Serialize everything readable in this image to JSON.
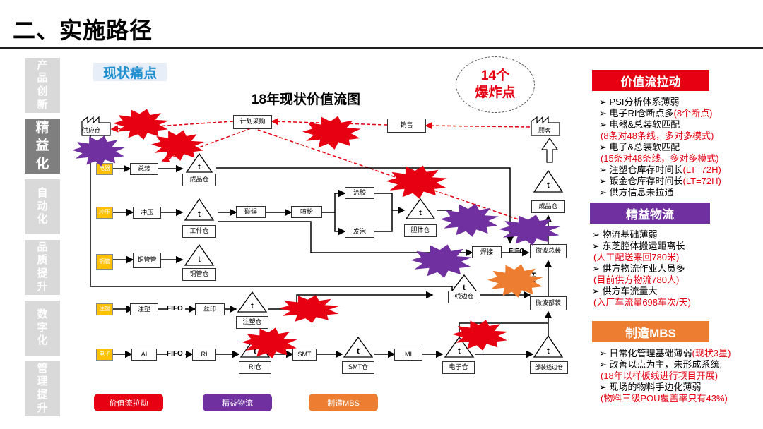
{
  "page_title": "二、实施路径",
  "sidebar": [
    {
      "label": "产品创新",
      "active": false
    },
    {
      "label": "精益化",
      "active": true
    },
    {
      "label": "自动化",
      "active": false
    },
    {
      "label": "品质提升",
      "active": false
    },
    {
      "label": "数字化",
      "active": false
    },
    {
      "label": "管理提升",
      "active": false
    }
  ],
  "diagram": {
    "pain_label": "现状痛点",
    "vsm_title": "18年现状价值流图",
    "bomb_count": "14个",
    "bomb_label": "爆炸点",
    "top": {
      "supplier": "供应商",
      "planning": "计划采购",
      "sales": "销售",
      "customer": "顾客"
    },
    "rows": {
      "r1": {
        "tag": "电器",
        "step1": "总装",
        "store": "成品仓"
      },
      "r2": {
        "tag": "冲压",
        "step1": "冲压",
        "store": "工件仓",
        "weld": "碰焊",
        "spray": "喷粉",
        "glue": "涂胶",
        "foam": "发泡",
        "shell_store": "胆体仓"
      },
      "r3": {
        "tag": "铜管",
        "step1": "铜管管",
        "store": "铜管仓",
        "weld": "焊接",
        "fifo": "FIFO",
        "assembly": "微波总装",
        "vfifo": "FIFO"
      },
      "r4": {
        "tag": "注塑",
        "step1": "注塑",
        "fifo": "FIFO",
        "print": "丝印",
        "store": "注塑仓",
        "wire_store": "线边仓",
        "parts_assembly": "微波部装"
      },
      "r5": {
        "tag": "电子",
        "ai": "AI",
        "fifo": "FIFO",
        "ri": "RI",
        "ri_store": "RI仓",
        "smt": "SMT",
        "smt_store": "SMT仓",
        "mi": "MI",
        "e_store": "电子仓",
        "line_store": "部装线边仓"
      },
      "right_store": "成品仓",
      "triangle_mark": "t"
    },
    "colors": {
      "red": "#e60012",
      "purple": "#7030a0",
      "orange": "#ed7d31"
    }
  },
  "legend": [
    "价值流拉动",
    "精益物流",
    "制造MBS"
  ],
  "right_panel": {
    "sections": [
      {
        "header": "价值流拉动",
        "color": "#e60012",
        "items": [
          {
            "text": "PSI分析体系薄弱",
            "note": ""
          },
          {
            "text": "电子RI仓断点多",
            "note": "(8个断点)"
          },
          {
            "text": "电器&总装软匹配",
            "note": ""
          },
          {
            "text": "",
            "note": "(8条对48条线，多对多模式)"
          },
          {
            "text": "电子&总装软匹配",
            "note": ""
          },
          {
            "text": "",
            "note": "(15条对48条线，多对多模式)"
          },
          {
            "text": "注塑仓库存时间长",
            "note": "(LT=72H)"
          },
          {
            "text": "钣金仓库存时间长",
            "note": "(LT=72H)"
          },
          {
            "text": "供方信息未拉通",
            "note": ""
          }
        ]
      },
      {
        "header": "精益物流",
        "color": "#7030a0",
        "items": [
          {
            "text": "物流基础薄弱",
            "note": ""
          },
          {
            "text": "东芝腔体搬运距离长",
            "note": ""
          },
          {
            "text": "",
            "note": "(人工配送来回780米)"
          },
          {
            "text": "供方物流作业人员多",
            "note": ""
          },
          {
            "text": "",
            "note": "(目前供方物流780人)"
          },
          {
            "text": "供方车流量大",
            "note": ""
          },
          {
            "text": "",
            "note": "(入厂车流量698车次/天)"
          }
        ]
      },
      {
        "header": "制造MBS",
        "color": "#ed7d31",
        "items": [
          {
            "text": "日常化管理基础薄弱",
            "note": "(现状3星)"
          },
          {
            "text": "改善以点为主，未形成系统;",
            "note": ""
          },
          {
            "text": "",
            "note": "(18年以样板线进行项目开展)"
          },
          {
            "text": "现场的物料手边化薄弱",
            "note": ""
          },
          {
            "text": "",
            "note": "(物料三级POU覆盖率只有43%)"
          }
        ]
      }
    ]
  }
}
